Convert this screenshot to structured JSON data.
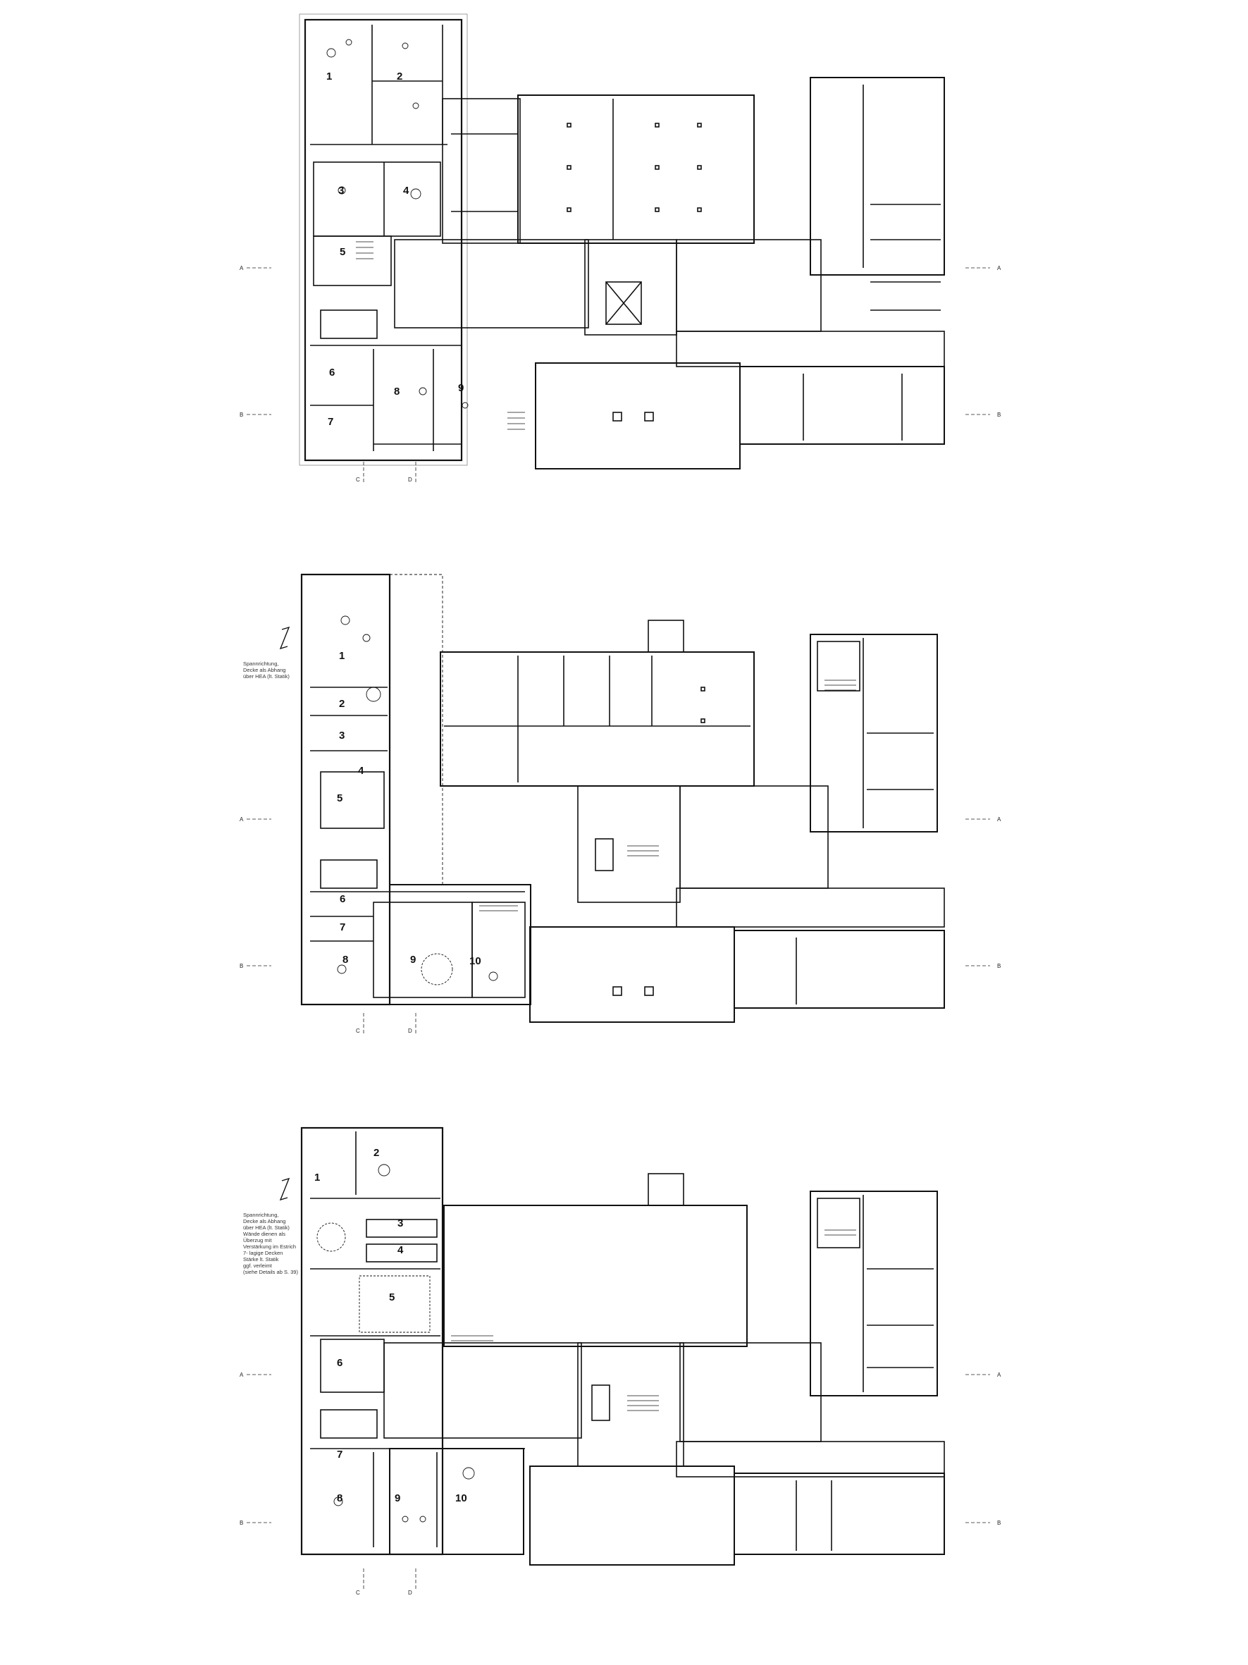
{
  "sheet": {
    "background": "#ffffff",
    "line_color": "#111111"
  },
  "section_markers": {
    "a": "A",
    "b": "B",
    "c": "C",
    "d": "D"
  },
  "plans": [
    {
      "name": "top",
      "room_labels": [
        "1",
        "2",
        "3",
        "4",
        "5",
        "6",
        "7",
        "8",
        "9"
      ],
      "notes": []
    },
    {
      "name": "middle",
      "room_labels": [
        "1",
        "2",
        "3",
        "4",
        "5",
        "6",
        "7",
        "8",
        "9",
        "10"
      ],
      "notes": [
        "Spannrichtung,",
        "Decke als Abhang",
        "über HEA (lt. Statik)"
      ]
    },
    {
      "name": "bottom",
      "room_labels": [
        "1",
        "2",
        "3",
        "4",
        "5",
        "6",
        "7",
        "8",
        "9",
        "10"
      ],
      "notes": [
        "Spannrichtung,",
        "Decke als Abhang",
        "über HEA (lt. Statik)",
        "Wände dienen als",
        "Überzug mit",
        "Verstärkung im Estrich",
        "7- lagige Decken",
        "Stärke lt. Statik",
        "ggf. verleimt",
        "(siehe Details ab S. 39)"
      ]
    }
  ]
}
